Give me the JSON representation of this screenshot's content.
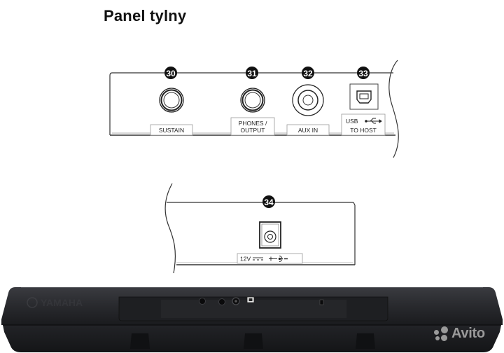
{
  "title": "Panel tylny",
  "top_panel": {
    "connectors": [
      {
        "number": "30",
        "label_lines": [
          "SUSTAIN"
        ],
        "type": "jack"
      },
      {
        "number": "31",
        "label_lines": [
          "PHONES /",
          "OUTPUT"
        ],
        "type": "jack"
      },
      {
        "number": "32",
        "label_lines": [
          "AUX IN"
        ],
        "type": "mini-jack"
      },
      {
        "number": "33",
        "label_lines": [
          "USB",
          "TO HOST"
        ],
        "type": "usb-b"
      }
    ]
  },
  "bottom_panel": {
    "connectors": [
      {
        "number": "34",
        "label_lines": [
          "12V",
          "+-⊙-−"
        ],
        "type": "dc-in"
      }
    ],
    "power_label_voltage": "12V",
    "power_label_dc": "═══",
    "power_label_polarity": "+-⊙-−"
  },
  "photo": {
    "description": "Yamaha keyboard rear view",
    "brand_emboss": "YAMAHA",
    "colors": {
      "body": "#2b2c30",
      "panel": "#1c1d20"
    }
  },
  "watermark": {
    "text": "Avito",
    "color": "#9a9a9a"
  }
}
